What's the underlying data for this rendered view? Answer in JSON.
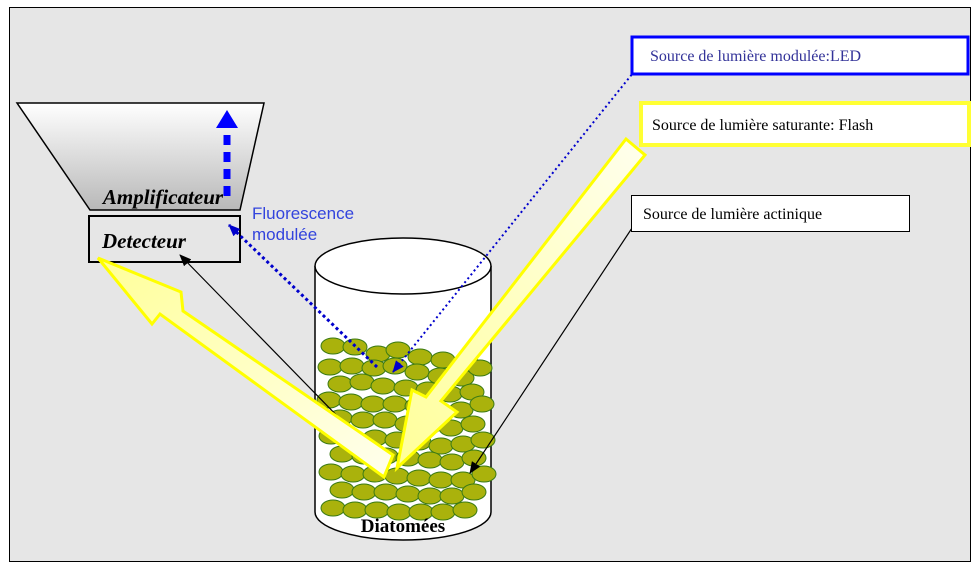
{
  "diagram": {
    "labels": {
      "amplifier": "Amplificateur",
      "detector": "Detecteur",
      "fluorescence_line1": "Fluorescence",
      "fluorescence_line2": "modulée",
      "diatoms": "Diatomées",
      "led_source": "Source de lumière modulée:LED",
      "flash_source": "Source de lumière saturante: Flash",
      "actinic_source": "Source de lumière actinique"
    },
    "colors": {
      "background": "#e6e6e6",
      "border": "#000000",
      "led_box_border": "#0000ff",
      "led_text": "#333399",
      "flash_box_border": "#ffff33",
      "flash_arrow_fill": "#ffffcc",
      "flash_arrow_stroke": "#ffff00",
      "diatom_fill": "#aab20c",
      "diatom_stroke": "#3a7a14",
      "fluorescence_arrow": "#0000cc",
      "fluorescence_text": "#3344dd"
    }
  }
}
